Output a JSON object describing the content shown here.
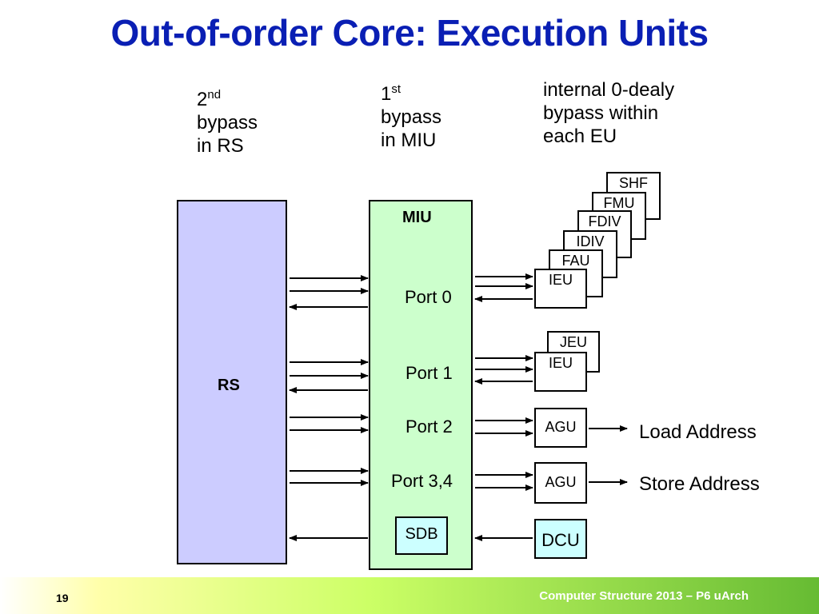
{
  "slide": {
    "title": "Out-of-order Core: Execution Units",
    "page_number": "19",
    "footer": "Computer Structure 2013 – P6 uArch"
  },
  "notes": {
    "second_bypass": {
      "num": "2",
      "sup": "nd",
      "line2": "bypass",
      "line3": "in RS"
    },
    "first_bypass": {
      "num": "1",
      "sup": "st",
      "line2": "bypass",
      "line3": "in MIU"
    },
    "internal": {
      "line1": "internal 0-dealy",
      "line2": "bypass within",
      "line3": "each EU"
    }
  },
  "blocks": {
    "rs": "RS",
    "miu": "MIU",
    "sdb": "SDB",
    "dcu": "DCU"
  },
  "ports": {
    "port0": "Port 0",
    "port1": "Port 1",
    "port2": "Port 2",
    "port34": "Port 3,4"
  },
  "units": {
    "port0_stack": [
      "SHF",
      "FMU",
      "FDIV",
      "IDIV",
      "FAU",
      "IEU"
    ],
    "port1_stack": [
      "JEU",
      "IEU"
    ],
    "port2": "AGU",
    "port34": "AGU"
  },
  "outputs": {
    "load": "Load Address",
    "store": "Store Address"
  },
  "colors": {
    "title": "#0a1fb4",
    "rs_fill": "#ccccff",
    "miu_fill": "#ccffcc",
    "sdb_fill": "#ccffff"
  }
}
